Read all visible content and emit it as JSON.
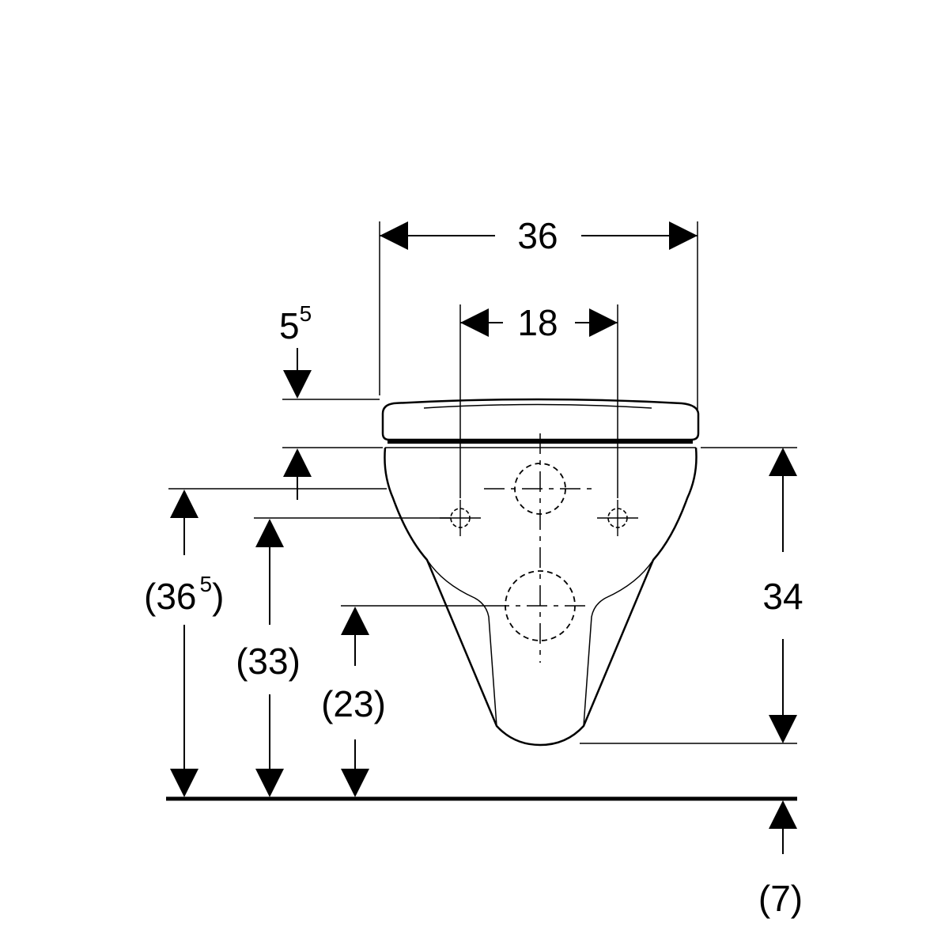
{
  "dimensions": {
    "overall_width": "36",
    "fixing_spacing": "18",
    "lid_offset_main": "5",
    "lid_offset_sup": "5",
    "height_total": "34",
    "fixing_height_main": "(36",
    "fixing_height_sup": "5",
    "fixing_height_close": ")",
    "bolt_height": "(33)",
    "outlet_height": "(23)",
    "floor_offset": "(7)"
  },
  "colors": {
    "line": "#000000",
    "background": "#ffffff"
  }
}
